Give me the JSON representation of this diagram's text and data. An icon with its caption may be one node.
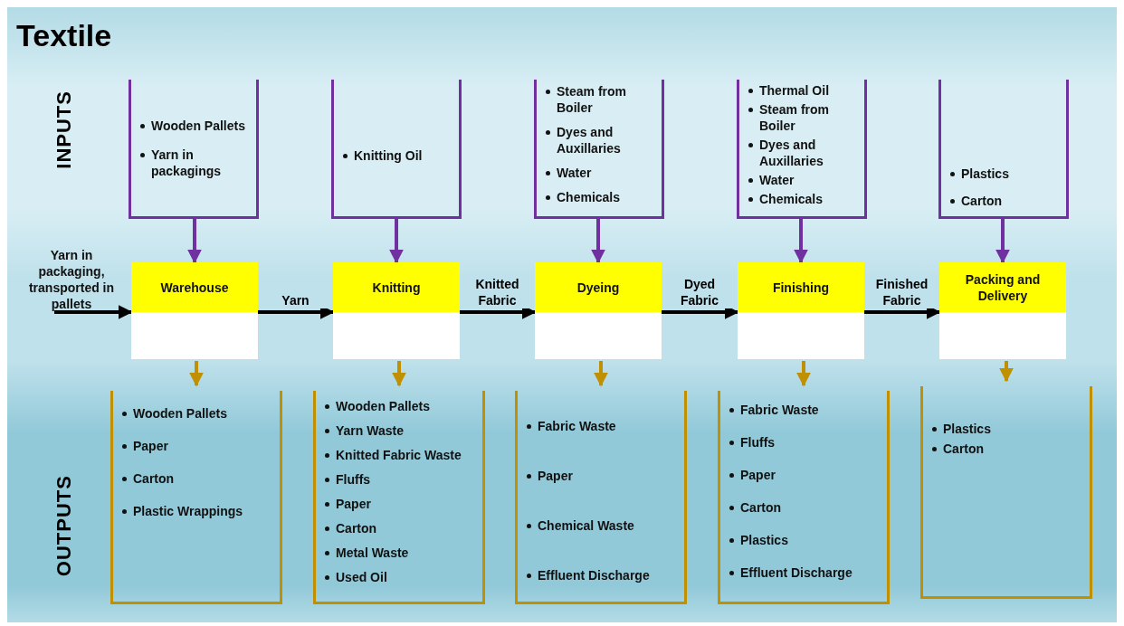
{
  "diagram": {
    "title": "Textile",
    "nodes": [
      {
        "text": [
          "Wooden Pallets",
          "Yarn in packagings"
        ]
      },
      {
        "text": [
          "Knitting Oil"
        ]
      },
      {
        "text": [
          "Steam from Boiler",
          "Dyes and Auxillaries",
          "Water",
          "Chemicals"
        ]
      },
      {
        "text": [
          "Thermal Oil",
          "Steam from Boiler",
          "Dyes and Auxillaries",
          "Water",
          "Chemicals"
        ]
      },
      {
        "text": [
          "Plastics",
          "Carton"
        ]
      },
      {
        "text": [
          "Yarn in packaging, transported in pallets"
        ]
      },
      {
        "text": [
          "Warehouse"
        ]
      },
      {
        "text": [
          "Knitting"
        ]
      },
      {
        "text": [
          "Dyeing"
        ]
      },
      {
        "text": [
          "Finishing"
        ]
      },
      {
        "text": [
          "Packing and Delivery"
        ]
      },
      {
        "text": [
          "Wooden Pallets",
          "Paper",
          "Carton",
          "Plastic Wrappings"
        ]
      },
      {
        "text": [
          "Wooden Pallets",
          "Yarn Waste",
          "Knitted Fabric Waste",
          "Fluffs",
          "Paper",
          "Carton",
          "Metal Waste",
          "Used Oil"
        ]
      },
      {
        "text": [
          "Fabric Waste",
          "Paper",
          "Chemical Waste",
          "Effluent Discharge"
        ]
      },
      {
        "text": [
          "Fabric Waste",
          "Fluffs",
          "Paper",
          "Carton",
          "Plastics",
          "Effluent Discharge"
        ]
      },
      {
        "text": [
          "Plastics",
          "Carton"
        ]
      }
    ],
    "edges": [
      {
        "from": 5,
        "to": 6,
        "arrow": "to",
        "color": "#000000"
      },
      {
        "from": 6,
        "to": 7,
        "label": "Yarn",
        "arrow": "to",
        "color": "#000000"
      },
      {
        "from": 7,
        "to": 8,
        "label": "Knitted Fabric",
        "arrow": "to",
        "color": "#000000"
      },
      {
        "from": 8,
        "to": 9,
        "label": "Dyed Fabric",
        "arrow": "to",
        "color": "#000000"
      },
      {
        "from": 9,
        "to": 10,
        "label": "Finished Fabric",
        "arrow": "to",
        "color": "#000000"
      },
      {
        "from": 0,
        "to": 6,
        "arrow": "to",
        "color": "#7030a0"
      },
      {
        "from": 1,
        "to": 7,
        "arrow": "to",
        "color": "#7030a0"
      },
      {
        "from": 2,
        "to": 8,
        "arrow": "to",
        "color": "#7030a0"
      },
      {
        "from": 3,
        "to": 9,
        "arrow": "to",
        "color": "#7030a0"
      },
      {
        "from": 4,
        "to": 10,
        "arrow": "to",
        "color": "#7030a0"
      },
      {
        "from": 6,
        "to": 11,
        "arrow": "to",
        "color": "#c09000"
      },
      {
        "from": 7,
        "to": 12,
        "arrow": "to",
        "color": "#c09000"
      },
      {
        "from": 8,
        "to": 13,
        "arrow": "to",
        "color": "#c09000"
      },
      {
        "from": 9,
        "to": 14,
        "arrow": "to",
        "color": "#c09000"
      },
      {
        "from": 10,
        "to": 15,
        "arrow": "to",
        "color": "#c09000"
      }
    ],
    "labels": [
      "INPUTS",
      "OUTPUTS"
    ]
  }
}
